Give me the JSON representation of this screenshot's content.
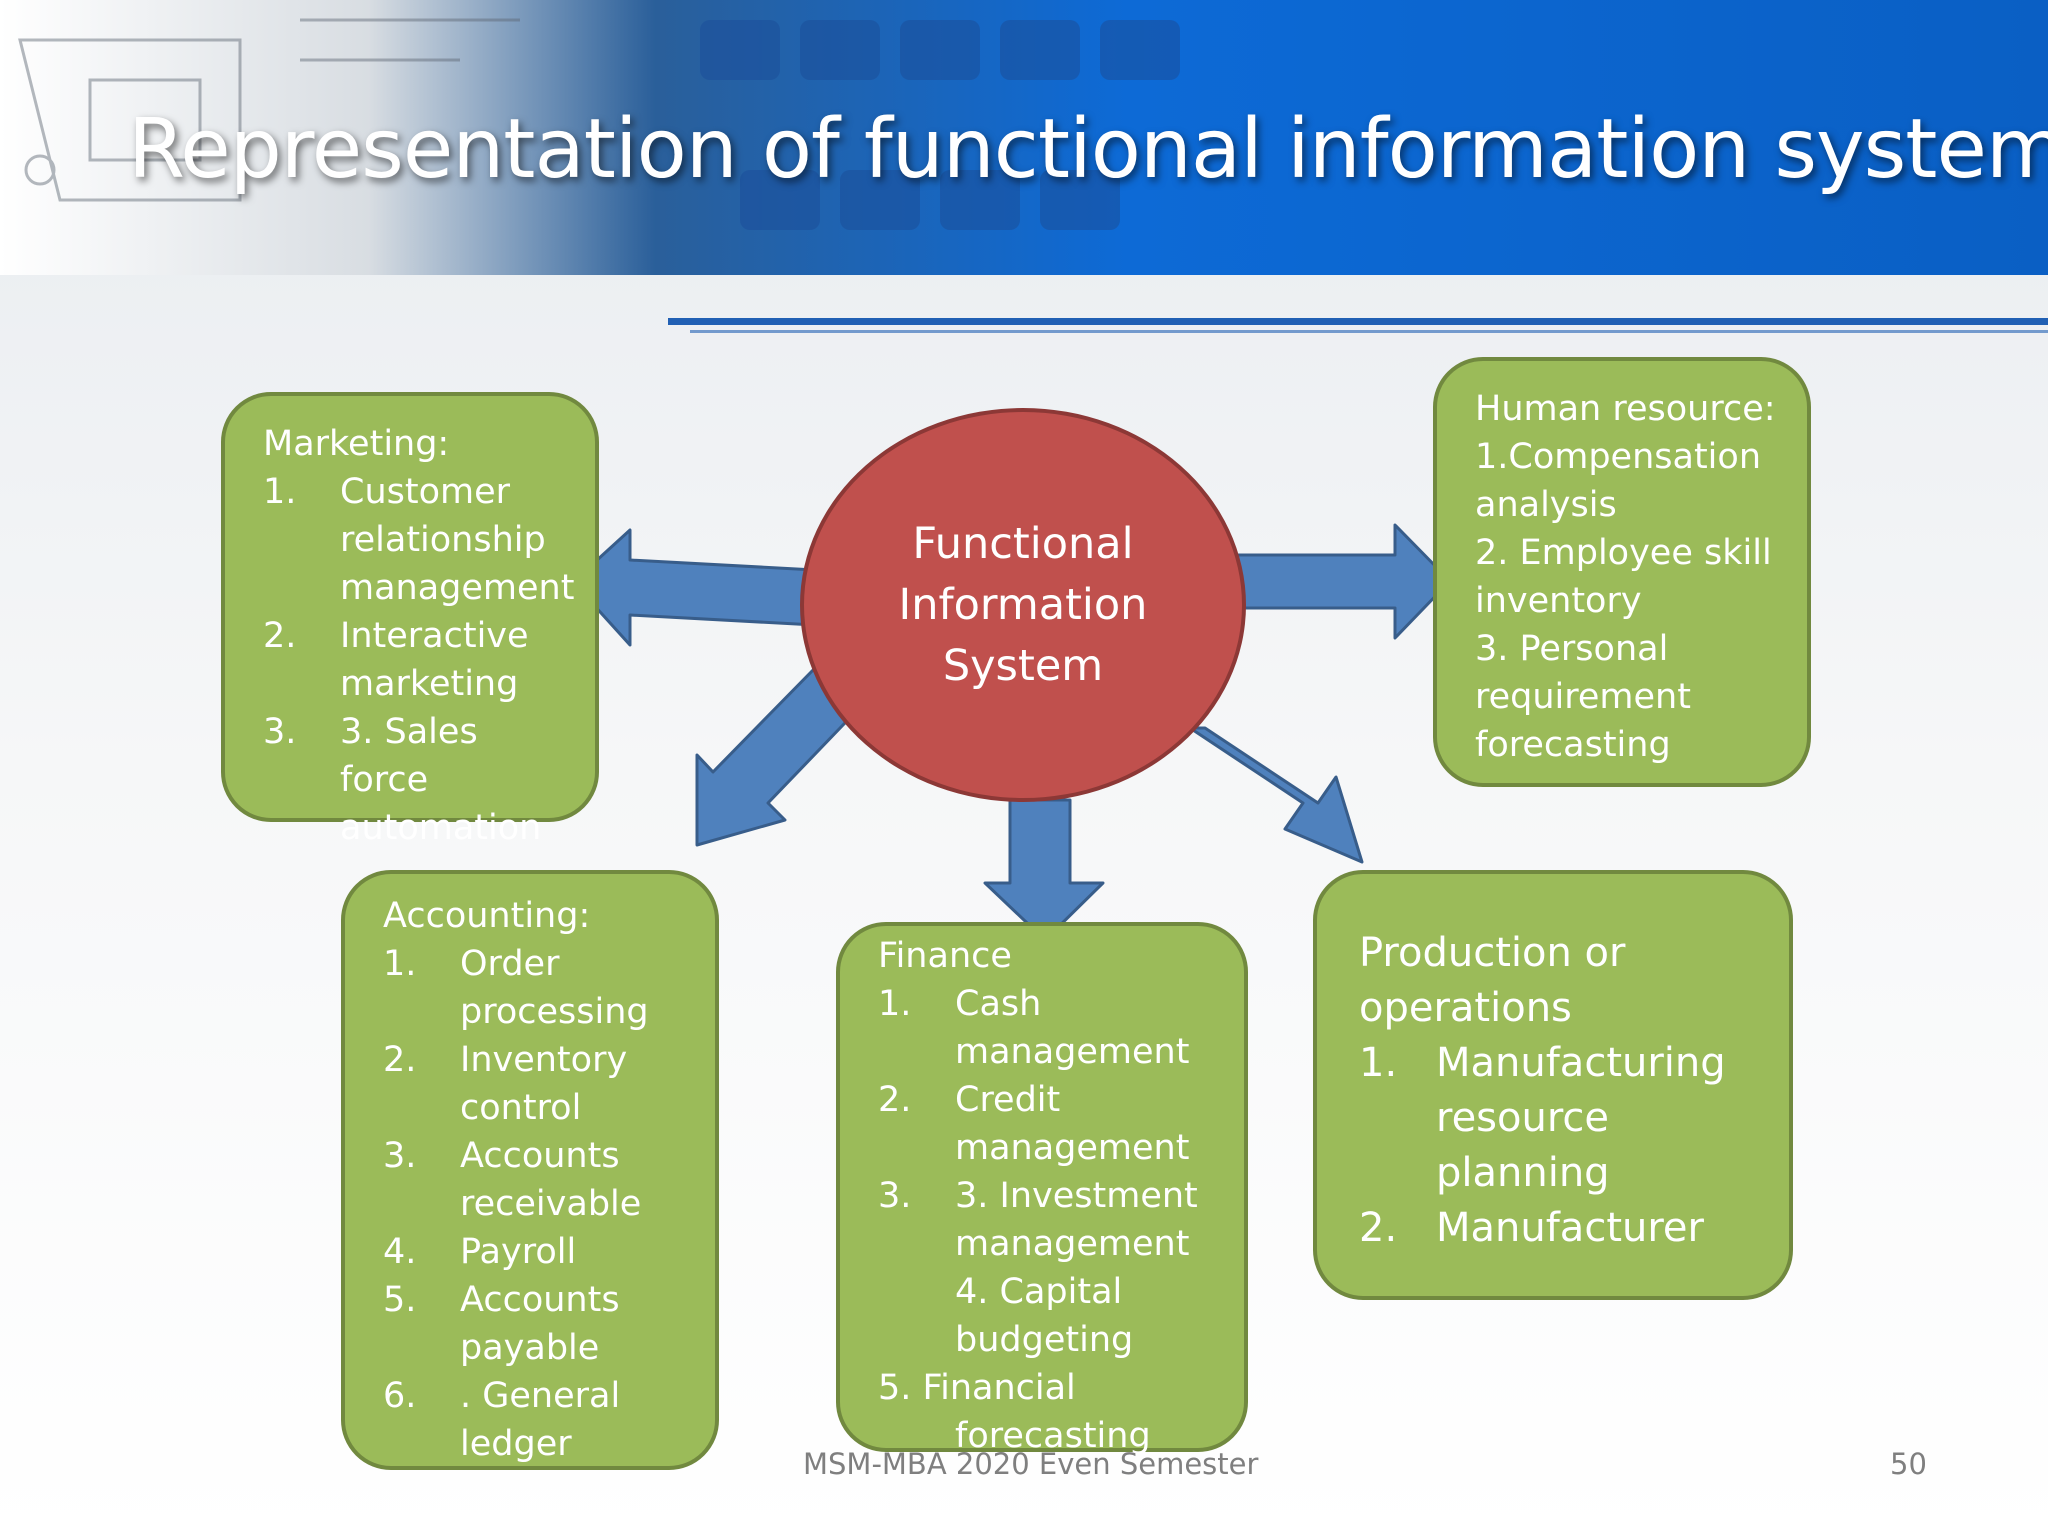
{
  "slide": {
    "title": "Representation of functional information system",
    "footer": "MSM-MBA 2020 Even Semester",
    "page_number": "50"
  },
  "colors": {
    "box_fill": "#9bbb59",
    "box_border": "#71893f",
    "hub_fill": "#c0504d",
    "arrow_fill": "#4f81bd",
    "header_blue": "#0b63d1"
  },
  "hub": {
    "label": "Functional Information System"
  },
  "marketing": {
    "heading": "Marketing:",
    "items": [
      {
        "num": "1.",
        "text": "Customer relationship management"
      },
      {
        "num": "2.",
        "text": "Interactive marketing"
      },
      {
        "num": "3.",
        "text": "3. Sales force automation"
      }
    ]
  },
  "human_resource": {
    "heading": "Human resource:",
    "lines": [
      "1.Compensation analysis",
      "2. Employee skill inventory",
      "3. Personal requirement forecasting"
    ]
  },
  "accounting": {
    "heading": "Accounting:",
    "items": [
      {
        "num": "1.",
        "text": "Order processing"
      },
      {
        "num": "2.",
        "text": "Inventory control"
      },
      {
        "num": "3.",
        "text": "Accounts receivable"
      },
      {
        "num": "4.",
        "text": "Payroll"
      },
      {
        "num": "5.",
        "text": "Accounts payable"
      },
      {
        "num": "6.",
        "text": ". General ledger"
      }
    ]
  },
  "finance": {
    "heading": "Finance",
    "items": [
      {
        "num": "1.",
        "text": "Cash management"
      },
      {
        "num": "2.",
        "text": "Credit management"
      },
      {
        "num": "3.",
        "text": "3. Investment management"
      },
      {
        "num": "",
        "text": "4. Capital budgeting"
      }
    ],
    "last_line": "5. Financial",
    "last_line_cont": "forecasting"
  },
  "production": {
    "heading": "Production or operations",
    "items": [
      {
        "num": "1.",
        "text": "Manufacturing resource planning"
      },
      {
        "num": "2.",
        "text": "Manufacturer"
      }
    ]
  }
}
